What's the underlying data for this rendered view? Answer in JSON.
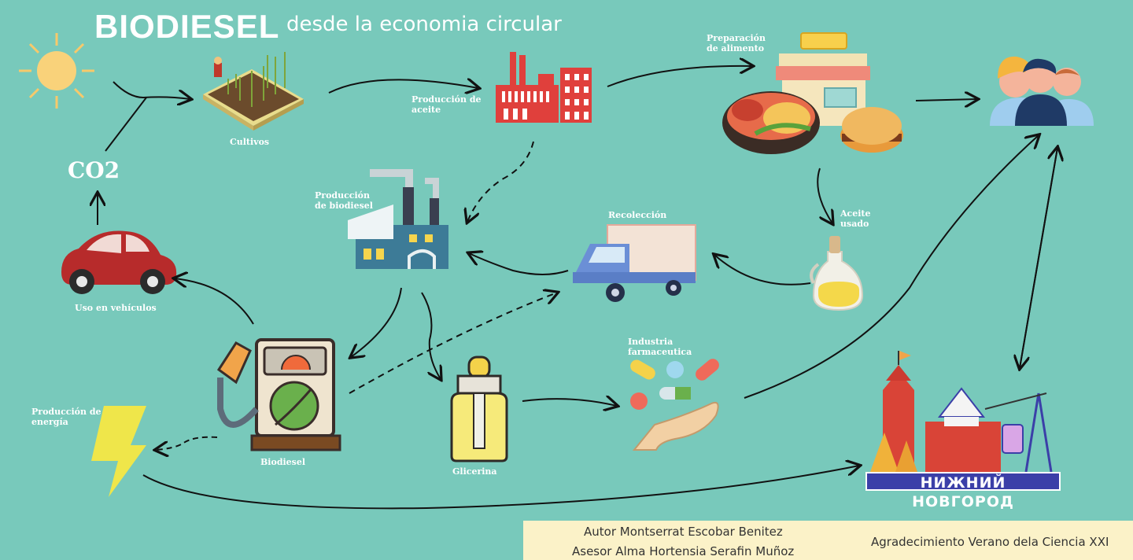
{
  "title": {
    "main": "BIODIESEL",
    "subtitle": "desde la economia circular"
  },
  "labels": {
    "cultivos": "Cultivos",
    "produccion_aceite_1": "Producción de",
    "produccion_aceite_2": "aceite",
    "preparacion_1": "Preparación",
    "preparacion_2": "de alimento",
    "co2": "CO2",
    "produccion_biodiesel_1": "Producción",
    "produccion_biodiesel_2": "de biodiesel",
    "recoleccion": "Recolección",
    "aceite_usado_1": "Aceite",
    "aceite_usado_2": "usado",
    "uso_vehiculos": "Uso en vehículos",
    "industria_1": "Industria",
    "industria_2": "farmaceutica",
    "produccion_energia_1": "Producción de",
    "produccion_energia_2": "energía",
    "biodiesel": "Biodiesel",
    "glicerina": "Glicerina"
  },
  "city_banner": "НИЖНИЙ НОВГОРОД",
  "footer": {
    "author": "Autor Montserrat Escobar Benitez",
    "advisor": "Asesor Alma Hortensia Serafin Muñoz",
    "thanks": "Agradecimiento Verano dela Ciencia XXI"
  },
  "colors": {
    "background": "#78c9bb",
    "footer_bg": "#fbf2c8",
    "factory_red": "#e0403c",
    "banner_blue": "#3b3fa8"
  }
}
